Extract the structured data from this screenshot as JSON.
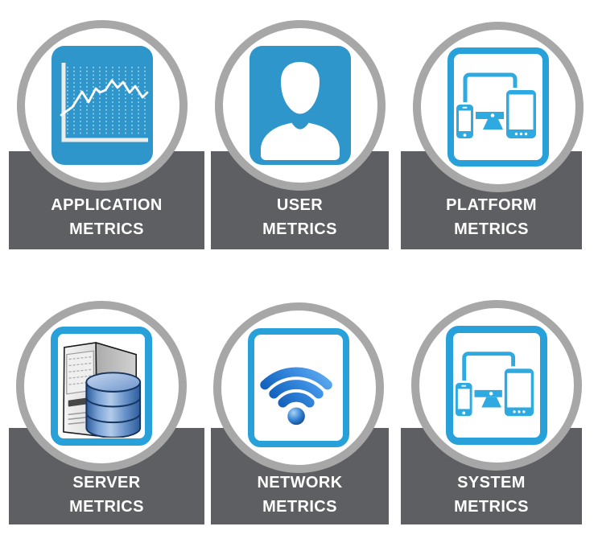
{
  "page_title": "Metrics Overview Tiles",
  "colors": {
    "bg": "#FFFFFF",
    "box_gray": "#5E5F62",
    "ring_gray": "#A7A7A7",
    "tile_blue": "#2E96CB",
    "outline_blue": "#28A0DA",
    "device_icon_blue": "#2FAAE1",
    "label_color": "#FFFFFF",
    "wifi_dark_blue": "#0B3D91",
    "wifi_light_blue": "#90CCF9",
    "database_blue": "#3A6FB5",
    "server_gray": "#E8E8E8"
  },
  "tiles": [
    {
      "id": "application-metrics",
      "label_line1": "APPLICATION",
      "label_line2": "METRICS",
      "icon": "line-chart-icon",
      "card_style": "filled"
    },
    {
      "id": "user-metrics",
      "label_line1": "USER",
      "label_line2": "METRICS",
      "icon": "user-icon",
      "card_style": "filled"
    },
    {
      "id": "platform-metrics",
      "label_line1": "PLATFORM",
      "label_line2": "METRICS",
      "icon": "devices-icon",
      "card_style": "outlined"
    },
    {
      "id": "server-metrics",
      "label_line1": "SERVER",
      "label_line2": "METRICS",
      "icon": "server-database-icon",
      "card_style": "outlined"
    },
    {
      "id": "network-metrics",
      "label_line1": "NETWORK",
      "label_line2": "METRICS",
      "icon": "wifi-icon",
      "card_style": "outlined"
    },
    {
      "id": "system-metrics",
      "label_line1": "SYSTEM",
      "label_line2": "METRICS",
      "icon": "devices-icon",
      "card_style": "outlined"
    }
  ]
}
